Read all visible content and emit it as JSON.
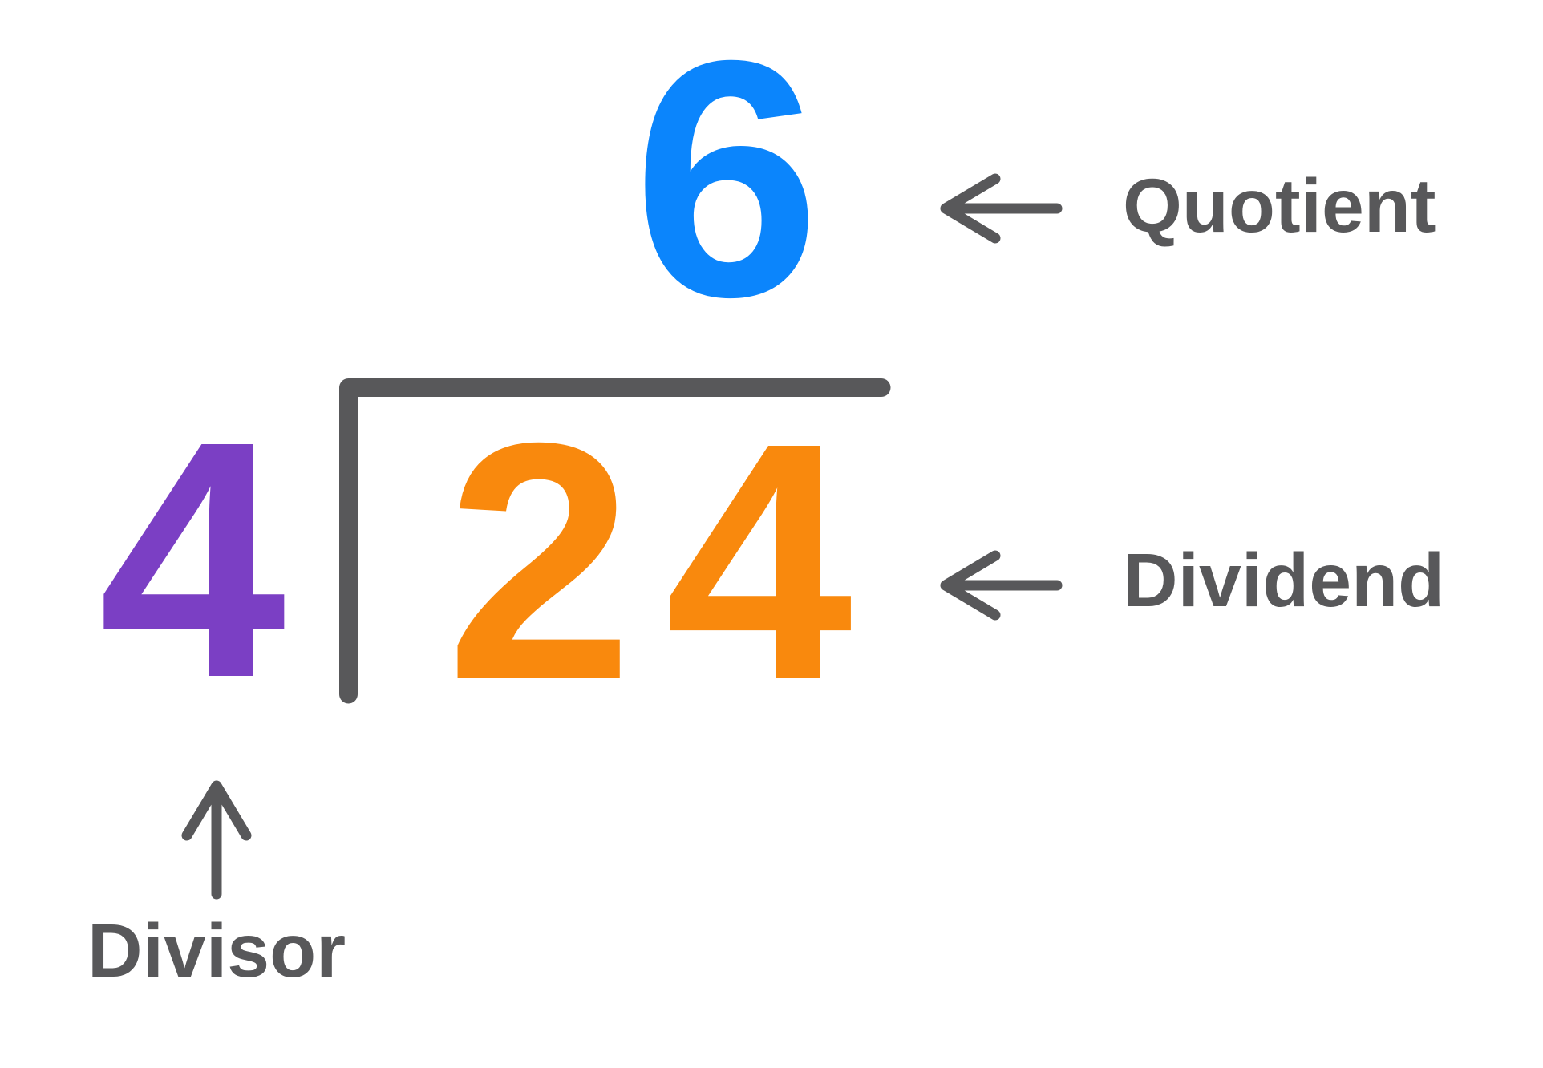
{
  "figure": {
    "type": "long-division-diagram",
    "background": "#FFFFFF",
    "annotation_color": "#58585A",
    "quotient": {
      "value": "6",
      "color": "#0B85FC",
      "label": "Quotient"
    },
    "dividend": {
      "value": "24",
      "color": "#F9890D",
      "label": "Dividend"
    },
    "divisor": {
      "value": "4",
      "color": "#7B3FC4",
      "label": "Divisor"
    }
  }
}
